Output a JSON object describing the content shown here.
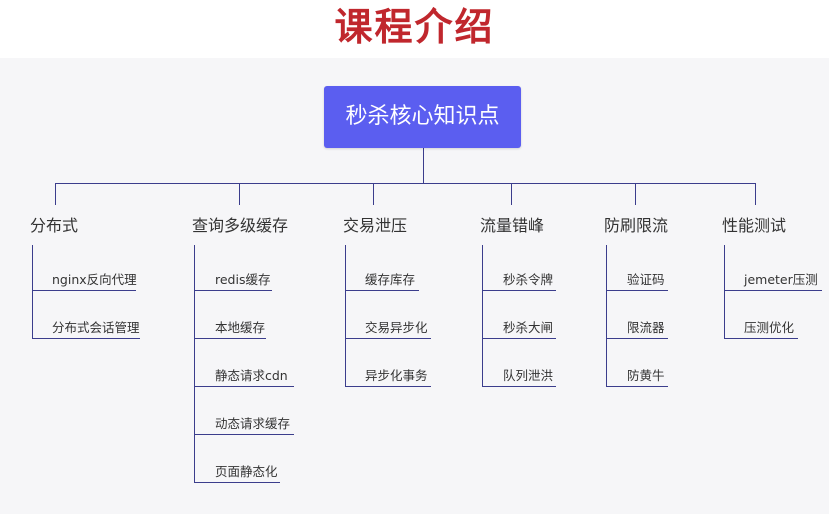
{
  "title": "课程介绍",
  "root": "秒杀核心知识点",
  "branches": [
    {
      "label": "分布式",
      "children": [
        "nginx反向代理",
        "分布式会话管理"
      ]
    },
    {
      "label": "查询多级缓存",
      "children": [
        "redis缓存",
        "本地缓存",
        "静态请求cdn",
        "动态请求缓存",
        "页面静态化"
      ]
    },
    {
      "label": "交易泄压",
      "children": [
        "缓存库存",
        "交易异步化",
        "异步化事务"
      ]
    },
    {
      "label": "流量错峰",
      "children": [
        "秒杀令牌",
        "秒杀大闸",
        "队列泄洪"
      ]
    },
    {
      "label": "防刷限流",
      "children": [
        "验证码",
        "限流器",
        "防黄牛"
      ]
    },
    {
      "label": "性能测试",
      "children": [
        "jemeter压测",
        "压测优化"
      ]
    }
  ],
  "colors": {
    "title": "#c0272d",
    "root_box": "#5b5ef0",
    "connector": "#3b3d8c",
    "panel_bg": "#f6f6f8"
  }
}
